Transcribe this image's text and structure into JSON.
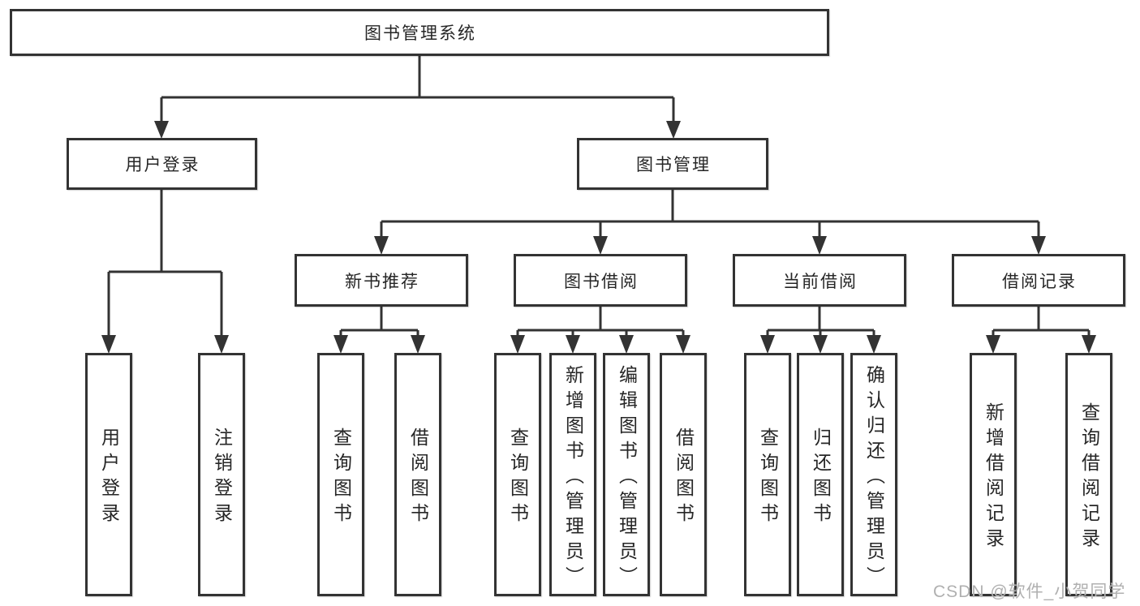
{
  "diagram": {
    "title": "图书管理系统",
    "children": [
      {
        "label": "用户登录",
        "children": [
          {
            "label": "用户登录"
          },
          {
            "label": "注销登录"
          }
        ]
      },
      {
        "label": "图书管理",
        "children": [
          {
            "label": "新书推荐",
            "children": [
              {
                "label": "查询图书"
              },
              {
                "label": "借阅图书"
              }
            ]
          },
          {
            "label": "图书借阅",
            "children": [
              {
                "label": "查询图书"
              },
              {
                "label": "新增图书（管理员）"
              },
              {
                "label": "编辑图书（管理员）"
              },
              {
                "label": "借阅图书"
              }
            ]
          },
          {
            "label": "当前借阅",
            "children": [
              {
                "label": "查询图书"
              },
              {
                "label": "归还图书"
              },
              {
                "label": "确认归还（管理员）"
              }
            ]
          },
          {
            "label": "借阅记录",
            "children": [
              {
                "label": "新增借阅记录"
              },
              {
                "label": "查询借阅记录"
              }
            ]
          }
        ]
      }
    ]
  },
  "watermark": {
    "text": "CSDN @软件_小贺同学"
  },
  "colors": {
    "line": "#333333",
    "text": "#262626",
    "watermark": "#b0b0b0",
    "background": "#ffffff"
  }
}
